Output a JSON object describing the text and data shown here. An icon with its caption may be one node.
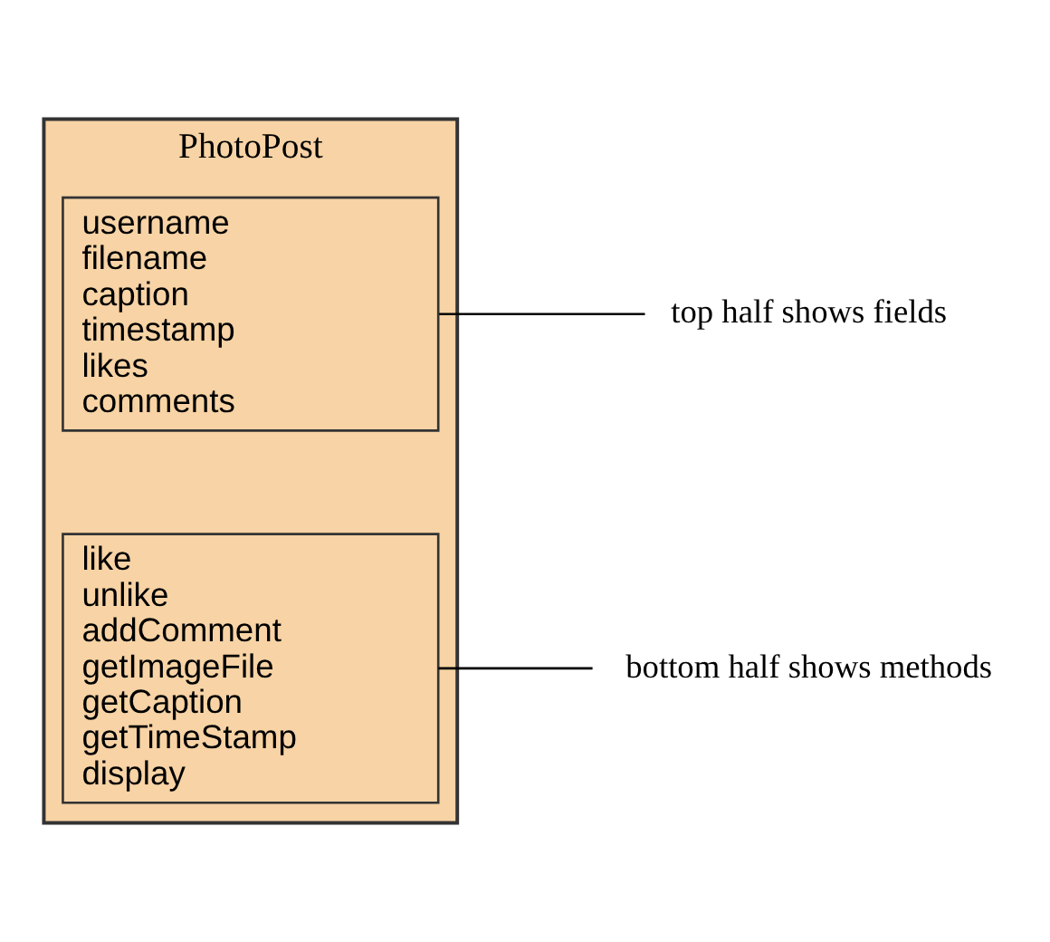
{
  "diagram": {
    "nodes": [
      {
        "text": [
          "PhotoPost"
        ]
      },
      {
        "text": [
          "username",
          "filename",
          "caption",
          "timestamp",
          "likes",
          "comments"
        ],
        "in": 0
      },
      {
        "text": [
          "like",
          "unlike",
          "addComment",
          "getImageFile",
          "getCaption",
          "getTimeStamp",
          "display"
        ],
        "in": 0
      },
      {
        "text": [
          "top half shows fields"
        ]
      },
      {
        "text": [
          "bottom half shows methods"
        ]
      }
    ],
    "edges": [
      {
        "from": 3,
        "to": 1,
        "arrow": "none"
      },
      {
        "from": 4,
        "to": 2,
        "arrow": "none"
      }
    ]
  }
}
